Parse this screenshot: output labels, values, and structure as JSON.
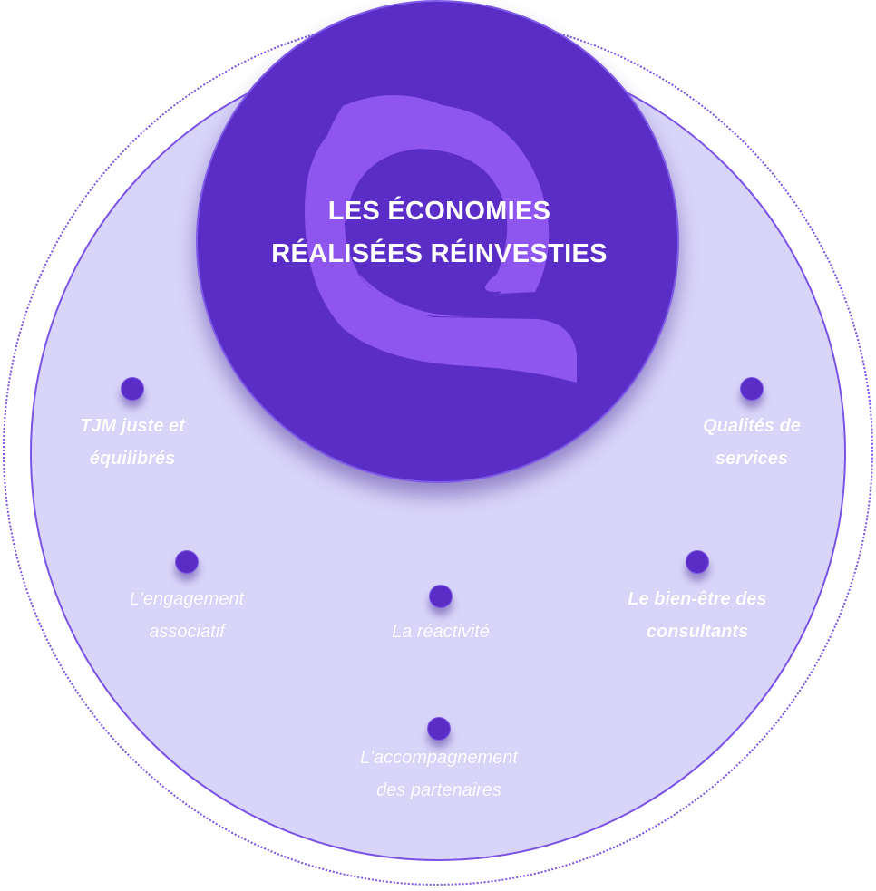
{
  "center": {
    "title_line1": "LES ÉCONOMIES",
    "title_line2": "RÉALISÉES RÉINVESTIES"
  },
  "items": [
    {
      "line1": "TJM juste et",
      "line2": "équilibrés"
    },
    {
      "line1": "Qualités de",
      "line2": "services"
    },
    {
      "line1": "L'engagement",
      "line2": "associatif"
    },
    {
      "line1": "La réactivité"
    },
    {
      "line1": "Le bien-être des",
      "line2": "consultants"
    },
    {
      "line1": "L'accompagnement",
      "line2": "des partenaires"
    }
  ],
  "colors": {
    "outer_disc": "#d9d5f9",
    "center_disc": "#5b2dc7",
    "logo": "#8f55ef",
    "stroke": "#7b52e6",
    "text": "#ffffff"
  },
  "icons": {
    "logo": "q-logo-icon"
  }
}
